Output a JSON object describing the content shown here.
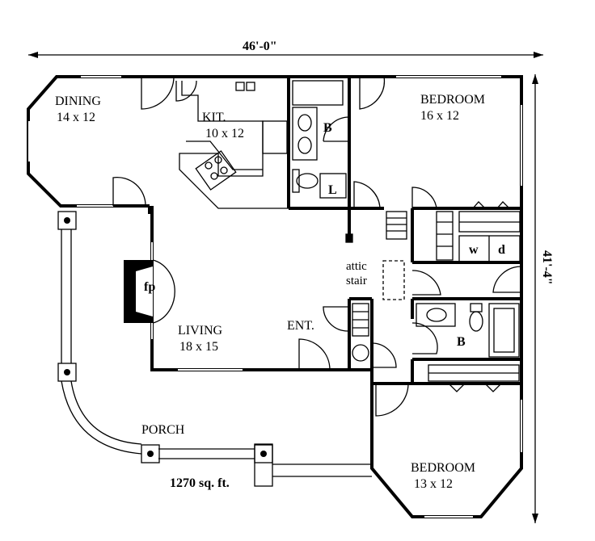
{
  "dimensions": {
    "width_label": "46'-0\"",
    "depth_label": "41'-4\""
  },
  "rooms": {
    "dining": {
      "name": "DINING",
      "size": "14 x 12"
    },
    "kitchen": {
      "name": "KIT.",
      "size": "10 x 12"
    },
    "bath1": {
      "name": "B"
    },
    "linen": {
      "name": "L"
    },
    "bedroom1": {
      "name": "BEDROOM",
      "size": "16 x 12"
    },
    "washer": {
      "name": "w"
    },
    "dryer": {
      "name": "d"
    },
    "attic": {
      "line1": "attic",
      "line2": "stair"
    },
    "fireplace": {
      "name": "fp"
    },
    "living": {
      "name": "LIVING",
      "size": "18 x 15"
    },
    "entry": {
      "name": "ENT."
    },
    "bath2": {
      "name": "B"
    },
    "porch": {
      "name": "PORCH"
    },
    "bedroom2": {
      "name": "BEDROOM",
      "size": "13 x 12"
    }
  },
  "area": "1270 sq. ft."
}
